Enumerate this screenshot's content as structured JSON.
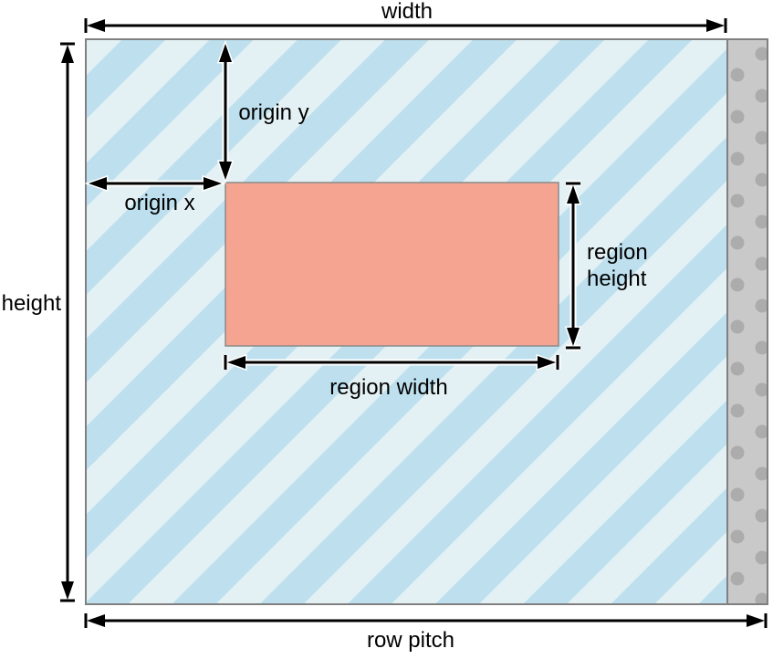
{
  "labels": {
    "width": "width",
    "height": "height",
    "origin_y": "origin y",
    "origin_x": "origin x",
    "region_height_line1": "region",
    "region_height_line2": "height",
    "region_width": "region width",
    "row_pitch": "row pitch"
  },
  "colors": {
    "stripe_light": "#e4f1f4",
    "stripe_blue": "#bee0ee",
    "region_fill": "#f4a491",
    "padding_bg": "#c9c9c9",
    "padding_dot": "#acacac",
    "outline": "#808080"
  }
}
